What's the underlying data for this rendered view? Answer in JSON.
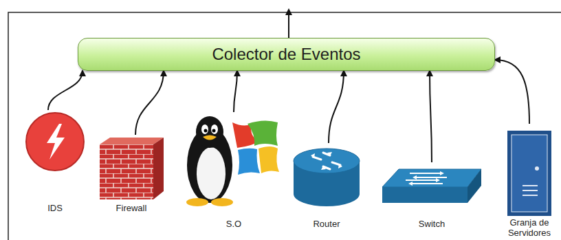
{
  "diagram": {
    "nodes": [
      {
        "text": [
          "Colector de Eventos"
        ]
      },
      {
        "text": [
          "IDS"
        ]
      },
      {
        "text": [
          "Firewall"
        ]
      },
      {
        "text": [
          "S.O"
        ]
      },
      {
        "text": [
          "Router"
        ]
      },
      {
        "text": [
          "Switch"
        ]
      },
      {
        "text": [
          "Granja de Servidores"
        ]
      }
    ],
    "edges": [
      {
        "from": 1,
        "to": 0,
        "arrow": "to"
      },
      {
        "from": 2,
        "to": 0,
        "arrow": "to"
      },
      {
        "from": 3,
        "to": 0,
        "arrow": "to"
      },
      {
        "from": 4,
        "to": 0,
        "arrow": "to"
      },
      {
        "from": 5,
        "to": 0,
        "arrow": "to"
      },
      {
        "from": 6,
        "to": 0,
        "arrow": "to"
      }
    ]
  }
}
